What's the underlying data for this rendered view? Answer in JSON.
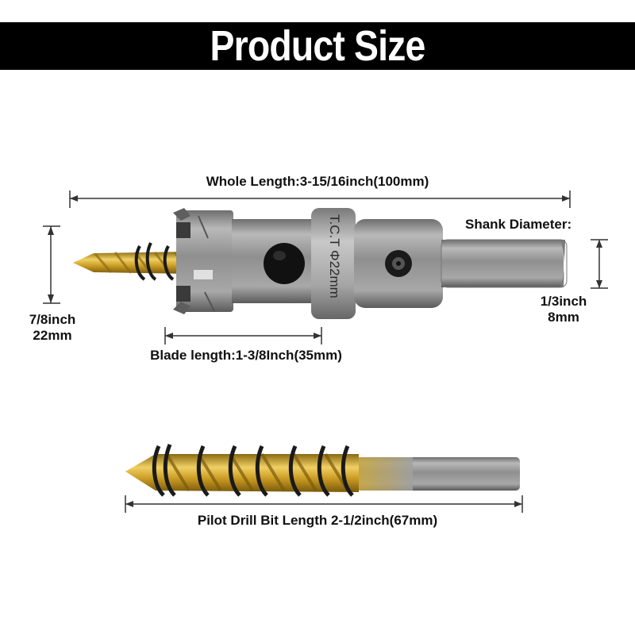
{
  "title": "Product Size",
  "labels": {
    "whole_length": "Whole Length:3-15/16inch(100mm)",
    "shank_diameter_title": "Shank Diameter:",
    "shank_diameter_inch": "1/3inch",
    "shank_diameter_mm": "8mm",
    "cutter_diameter_inch": "7/8inch",
    "cutter_diameter_mm": "22mm",
    "blade_length": "Blade length:1-3/8Inch(35mm)",
    "pilot_length": "Pilot Drill Bit Length 2-1/2inch(67mm)"
  },
  "engraving": "T.C.T Φ22mm",
  "colors": {
    "banner": "#000000",
    "steel": "#9a9a9a",
    "gold": "#d2a92c",
    "spring": "#1a1a1a"
  }
}
